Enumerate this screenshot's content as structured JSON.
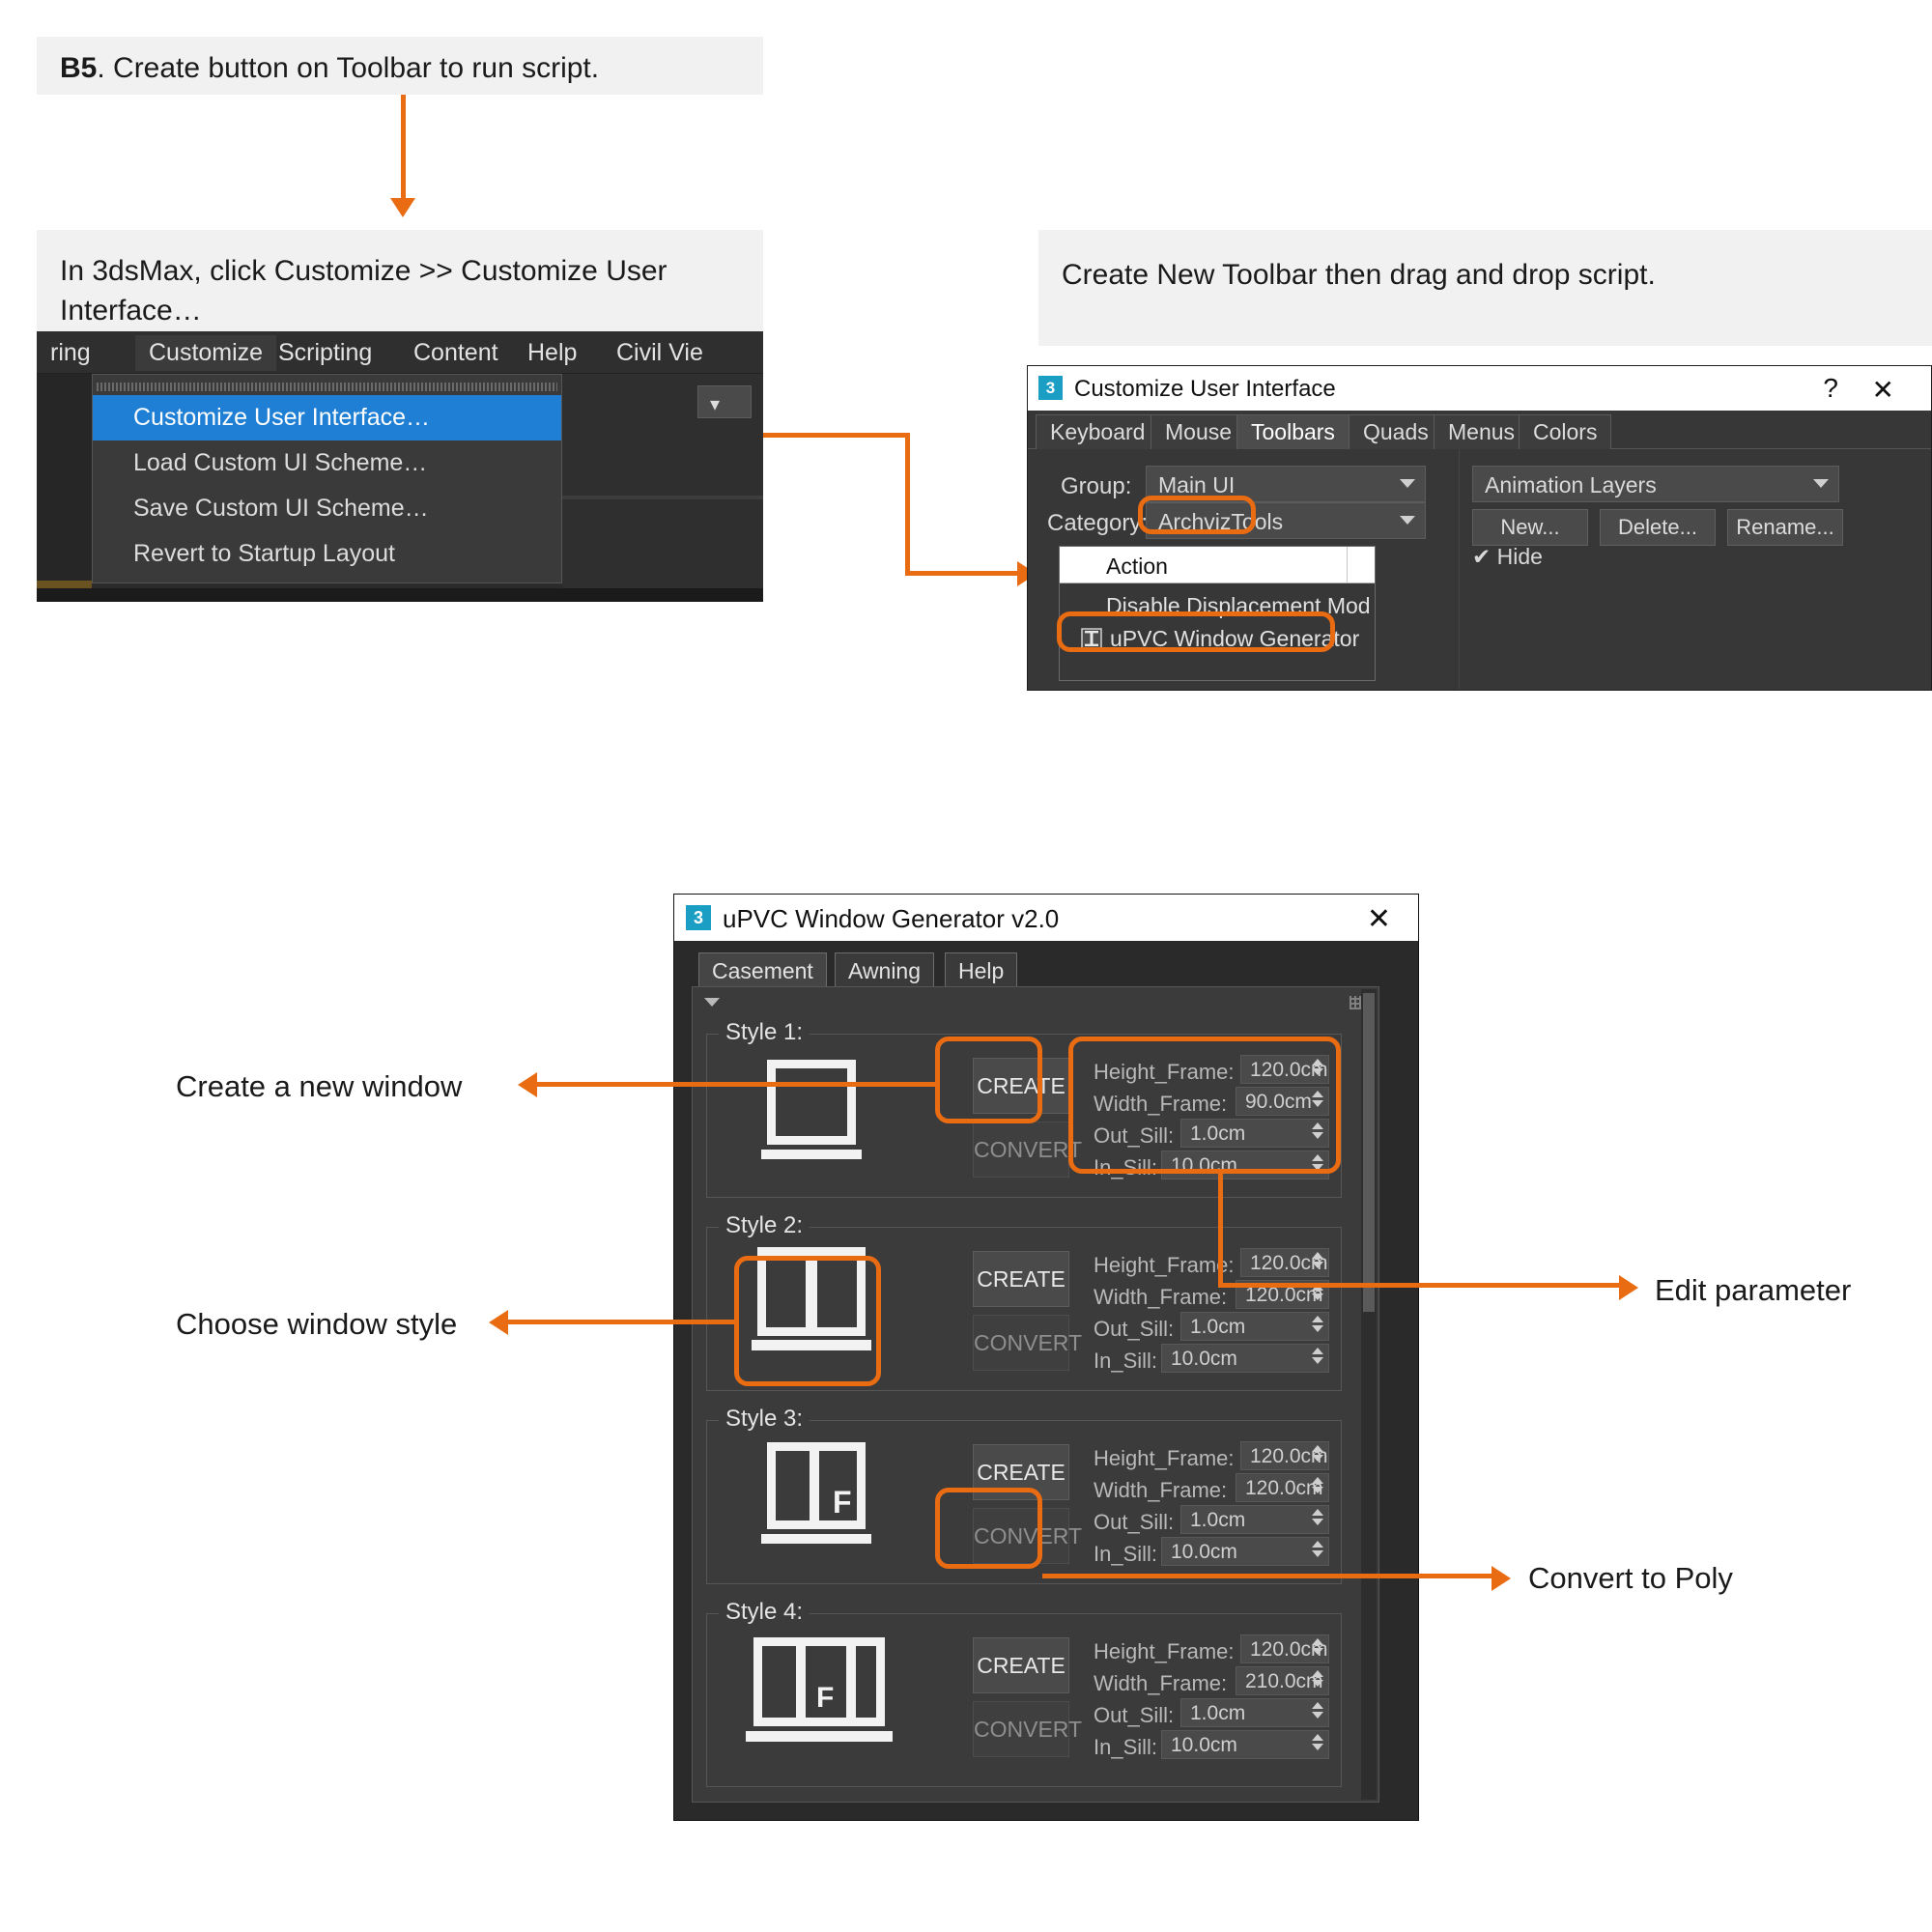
{
  "steps": {
    "b5_prefix": "B5",
    "b5_text": ". Create button on Toolbar to run script.",
    "left_caption": "In 3dsMax, click Customize >> Customize User Interface…",
    "right_caption": "Create New Toolbar then drag and drop script."
  },
  "max_menu": {
    "menubar": [
      {
        "label": "ring"
      },
      {
        "label": "Customize",
        "mnemonic": "u"
      },
      {
        "label": "Scripting",
        "mnemonic": "S"
      },
      {
        "label": "Content"
      },
      {
        "label": "Help",
        "mnemonic": "H"
      },
      {
        "label": "Civil Vie",
        "mnemonic": "V"
      }
    ],
    "items": [
      {
        "label": "Customize User Interface…",
        "mnemonic": "C",
        "selected": true
      },
      {
        "label": "Load Custom UI Scheme…",
        "mnemonic": "",
        "selected": false
      },
      {
        "label": "Save Custom UI Scheme…",
        "mnemonic": "",
        "selected": false
      },
      {
        "label": "Revert to Startup Layout",
        "mnemonic": "R",
        "selected": false
      }
    ]
  },
  "cui_dialog": {
    "title": "Customize User Interface",
    "icon_label": "3",
    "help_glyph": "?",
    "close_glyph": "✕",
    "tabs": [
      {
        "label": "Keyboard",
        "selected": false
      },
      {
        "label": "Mouse",
        "selected": false
      },
      {
        "label": "Toolbars",
        "selected": true
      },
      {
        "label": "Quads",
        "selected": false
      },
      {
        "label": "Menus",
        "selected": false
      },
      {
        "label": "Colors",
        "selected": false
      }
    ],
    "group_label": "Group:",
    "group_value": "Main UI",
    "category_label": "Category:",
    "category_value": "ArchvizTools",
    "toolbar_combo_value": "Animation Layers",
    "buttons": [
      {
        "label": "New..."
      },
      {
        "label": "Delete..."
      },
      {
        "label": "Rename..."
      }
    ],
    "hide_label": "Hide",
    "hide_checked": true,
    "list_header": "Action",
    "list_rows": [
      {
        "label": "Disable Displacement Mod",
        "has_icon": false,
        "highlight": false
      },
      {
        "label": "uPVC Window Generator",
        "has_icon": true,
        "highlight": true
      }
    ]
  },
  "upvc_dialog": {
    "title": "uPVC Window Generator v2.0",
    "icon_label": "3",
    "close_glyph": "✕",
    "tabs": [
      {
        "label": "Casement",
        "selected": true
      },
      {
        "label": "Awning",
        "selected": false
      },
      {
        "label": "Help",
        "selected": false
      }
    ],
    "create_label": "CREATE",
    "convert_label": "CONVERT",
    "param_labels": {
      "height": "Height_Frame:",
      "width": "Width_Frame:",
      "out_sill": "Out_Sill:",
      "in_sill": "In_Sill:"
    },
    "styles": [
      {
        "label": "Style 1:",
        "glyph": "single-pane-window-icon",
        "panes": 1,
        "f_pane": -1,
        "height_frame": "120.0cm",
        "width_frame": "90.0cm",
        "out_sill": "1.0cm",
        "in_sill": "10.0cm"
      },
      {
        "label": "Style 2:",
        "glyph": "two-pane-window-icon",
        "panes": 2,
        "f_pane": -1,
        "height_frame": "120.0cm",
        "width_frame": "120.0cm",
        "out_sill": "1.0cm",
        "in_sill": "10.0cm"
      },
      {
        "label": "Style 3:",
        "glyph": "two-pane-fixed-window-icon",
        "panes": 2,
        "f_pane": 1,
        "height_frame": "120.0cm",
        "width_frame": "120.0cm",
        "out_sill": "1.0cm",
        "in_sill": "10.0cm"
      },
      {
        "label": "Style 4:",
        "glyph": "three-pane-fixed-window-icon",
        "panes": 3,
        "f_pane": 1,
        "height_frame": "120.0cm",
        "width_frame": "210.0cm",
        "out_sill": "1.0cm",
        "in_sill": "10.0cm"
      }
    ],
    "f_letter": "F"
  },
  "callouts": {
    "create_window": "Create a new window",
    "choose_style": "Choose window style",
    "edit_parameter": "Edit parameter",
    "convert_poly": "Convert to Poly"
  },
  "colors": {
    "accent": "#ea6c12",
    "caption_bg": "#f1f1f1",
    "dialog_bg": "#2a2a2a",
    "panel_bg": "#3b3b3b",
    "select_blue": "#1f7fd4"
  }
}
